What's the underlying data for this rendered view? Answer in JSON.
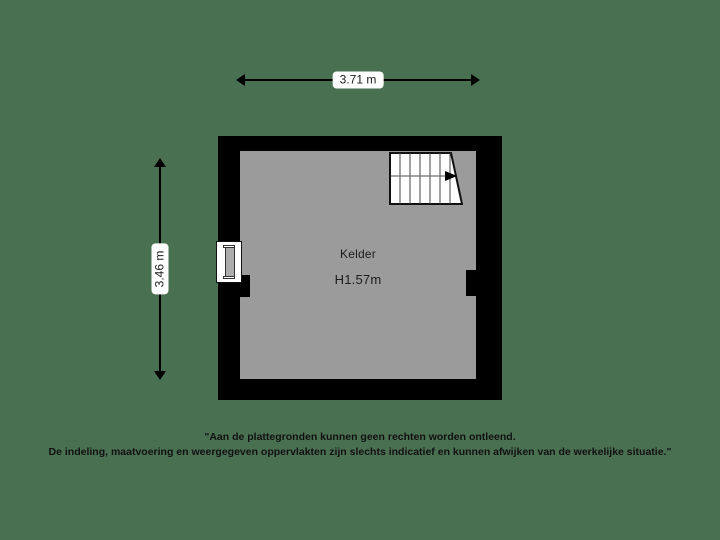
{
  "background_color": "#4a7052",
  "plan": {
    "wall_color": "#000000",
    "floor_color": "#9b9b9b",
    "room": {
      "name": "Kelder",
      "height_label": "H1.57m"
    },
    "features": {
      "window_name": "window-left-wall",
      "stairs_name": "staircase",
      "stairs_direction": "right",
      "stairs_step_count": 6
    }
  },
  "dimensions": {
    "width_label": "3.71 m",
    "height_label": "3.46 m"
  },
  "disclaimer": {
    "line1": "\"Aan de plattegronden kunnen geen rechten worden ontleend.",
    "line2": "De indeling, maatvoering en weergegeven oppervlakten zijn slechts indicatief en kunnen afwijken van de werkelijke situatie.\""
  }
}
